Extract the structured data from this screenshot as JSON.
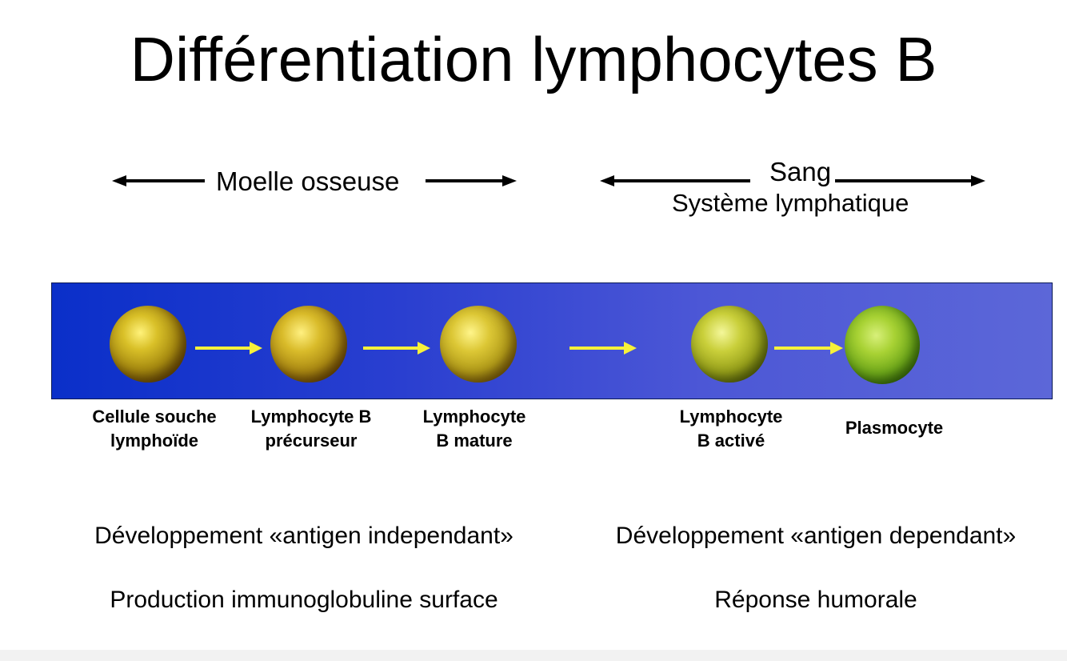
{
  "title": "Différentiation lymphocytes B",
  "regions": {
    "bone_marrow": "Moelle osseuse",
    "blood": "Sang",
    "lymphatic": "Système lymphatique"
  },
  "cells": [
    {
      "line1": "Cellule souche",
      "line2": "lymphoïde",
      "icon": "stem-cell-icon"
    },
    {
      "line1": "Lymphocyte B",
      "line2": "précurseur",
      "icon": "precursor-b-cell-icon"
    },
    {
      "line1": "Lymphocyte",
      "line2": "B mature",
      "icon": "mature-b-cell-icon"
    },
    {
      "line1": "Lymphocyte",
      "line2": "B activé",
      "icon": "activated-b-cell-icon"
    },
    {
      "line1": "Plasmocyte",
      "line2": "",
      "icon": "plasma-cell-icon"
    }
  ],
  "phases": {
    "left_development": "Développement «antigen independant»",
    "right_development": "Développement «antigen dependant»",
    "left_function": "Production immunoglobuline surface",
    "right_function": "Réponse humorale"
  },
  "colors": {
    "arrow": "#f7f13a",
    "band_start": "#0a2fc9",
    "band_end": "#5c67d8",
    "cell_yellow": "#c9b21a",
    "cell_green": "#7fbf1c"
  }
}
